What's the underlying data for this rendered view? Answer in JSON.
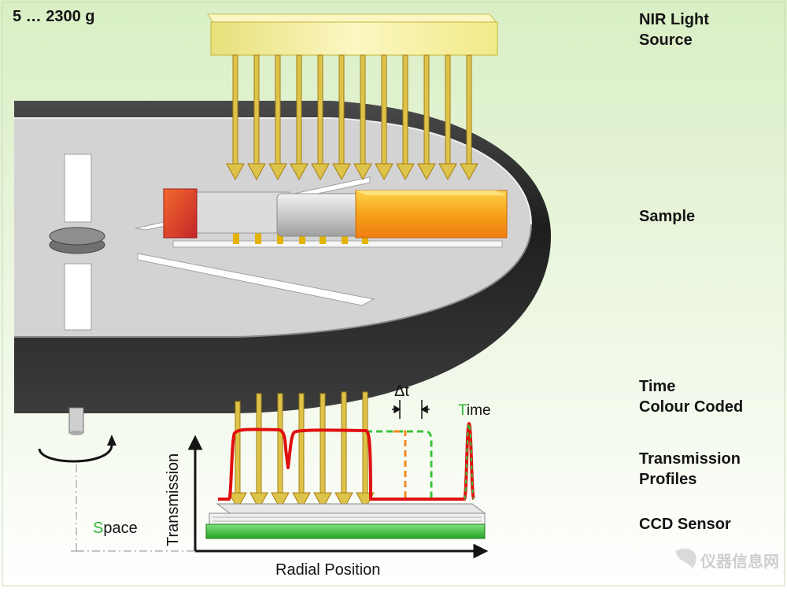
{
  "title": "",
  "mass_range": "5 … 2300 g",
  "labels": {
    "light_source": [
      "NIR Light",
      "Source"
    ],
    "sample": "Sample",
    "time_coded": [
      "Time",
      "Colour Coded"
    ],
    "profiles": [
      "Transmission",
      "Profiles"
    ],
    "ccd": "CCD Sensor"
  },
  "plot": {
    "x_axis_label": "Radial Position",
    "y_axis_label": "Transmission",
    "delta_t": "Δt",
    "time_first": "T",
    "time_rest": "ime",
    "space_first": "S",
    "space_rest": "pace"
  },
  "watermark": "仪器信息网",
  "colors": {
    "background_top": "#d9efc4",
    "rotor": "#3a3a3a",
    "rotor_face": "#d3d3d3",
    "light_source": "#f4ef8e",
    "beam": "#c9a520",
    "sample_cap": "#e8402a",
    "sample_fill": "#f7a11a",
    "profile_red": "#e01010",
    "profile_green": "#3cc23c",
    "profile_orange": "#f08a1e",
    "ccd": "#3ec43e",
    "highlight_green": "#34b53a"
  }
}
